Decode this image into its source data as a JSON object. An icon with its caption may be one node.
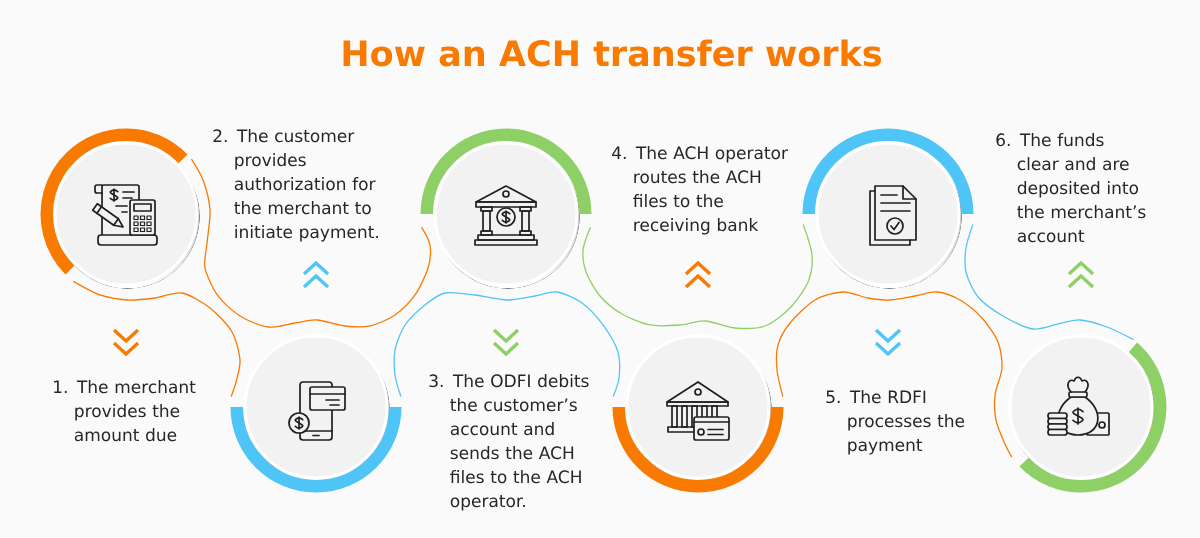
{
  "diagram": {
    "title": "How an ACH transfer works",
    "nodes": [
      {
        "text": [],
        "shape": "circle"
      },
      {
        "text": [],
        "shape": "circle"
      },
      {
        "text": [],
        "shape": "circle"
      },
      {
        "text": [],
        "shape": "circle"
      },
      {
        "text": [],
        "shape": "circle"
      },
      {
        "text": [],
        "shape": "circle"
      }
    ],
    "edges": [
      {
        "from": 0,
        "to": 1,
        "arrow": "none"
      },
      {
        "from": 0,
        "to": 2,
        "arrow": "none"
      },
      {
        "from": 1,
        "to": 3,
        "arrow": "none",
        "color": "#4fc4f6"
      },
      {
        "from": 2,
        "to": 4,
        "arrow": "none",
        "color": "#8ed066"
      },
      {
        "from": 3,
        "to": 5,
        "arrow": "none"
      },
      {
        "from": 4,
        "to": 5,
        "arrow": "none",
        "color": "#4fc4f6"
      }
    ],
    "labels": [
      "1. The merchant provides the amount due",
      "2. The customer provides authorization for the merchant to initiate payment.",
      "3. The ODFI debits the customer’s account and sends the ACH files to the ACH operator.",
      "4. The ACH operator routes the ACH files to the receiving bank",
      "5. The RDFI processes the payment",
      "6. The funds clear and are deposited into the merchant’s account"
    ]
  }
}
